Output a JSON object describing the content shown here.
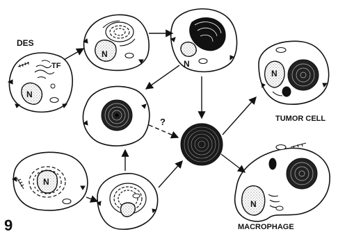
{
  "figure_number": "9",
  "labels": {
    "des": "DES",
    "tf": "TF",
    "nucleus": "N",
    "question": "?",
    "tumor_cell": "TUMOR CELL",
    "macrophage": "MACROPHAGE"
  }
}
